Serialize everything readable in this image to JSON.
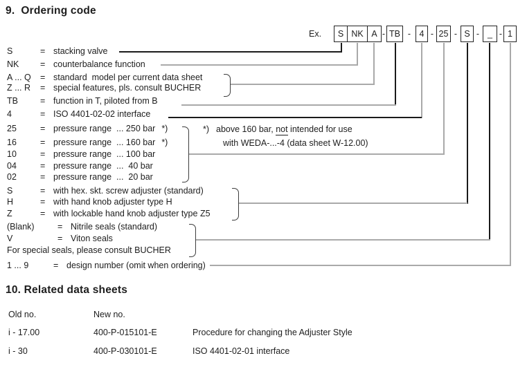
{
  "colors": {
    "background": "#ffffff",
    "text": "#1d1d1d",
    "line_dark": "#1a1a1a",
    "line_gray": "#a9a9a9",
    "brace": "#3c3c3c"
  },
  "section9": {
    "title": "9.  Ordering code"
  },
  "example": {
    "label": "Ex.",
    "dash": "-",
    "joined_boxes": [
      "S",
      "NK",
      "A"
    ],
    "boxes": [
      "TB",
      "4",
      "25",
      "S",
      "_",
      "1"
    ]
  },
  "ordering": {
    "rows": [
      {
        "code": "S",
        "eq": "=",
        "desc": "stacking valve"
      },
      {
        "code": "NK",
        "eq": "=",
        "desc": "counterbalance function"
      },
      {
        "code": "A ... Q",
        "eq": "=",
        "desc": "standard  model per current data sheet"
      },
      {
        "code": "Z ... R",
        "eq": "=",
        "desc": "special features, pls. consult BUCHER"
      },
      {
        "code": "TB",
        "eq": "=",
        "desc": "function in T, piloted from B"
      },
      {
        "code": "4",
        "eq": "=",
        "desc": "ISO 4401-02-02 interface"
      },
      {
        "code": "25",
        "eq": "=",
        "desc": "pressure range  ... 250 bar",
        "star": "*)"
      },
      {
        "code": "16",
        "eq": "=",
        "desc": "pressure range  ... 160 bar",
        "star": "*)"
      },
      {
        "code": "10",
        "eq": "=",
        "desc": "pressure range  ... 100 bar"
      },
      {
        "code": "04",
        "eq": "=",
        "desc": "pressure range  ...  40 bar"
      },
      {
        "code": "02",
        "eq": "=",
        "desc": "pressure range  ...  20 bar"
      },
      {
        "code": "S",
        "eq": "=",
        "desc": "with hex. skt. screw adjuster (standard)"
      },
      {
        "code": "H",
        "eq": "=",
        "desc": "with hand knob adjuster type H"
      },
      {
        "code": "Z",
        "eq": "=",
        "desc": "with lockable hand knob adjuster type Z5"
      },
      {
        "code": "(Blank)",
        "eq": "=",
        "desc": "Nitrile seals (standard)"
      },
      {
        "code": "V",
        "eq": "=",
        "desc": "Viton seals"
      },
      {
        "note": "For special seals, please consult BUCHER"
      },
      {
        "code": "1 ... 9",
        "eq": "=",
        "desc": "design number (omit when ordering)"
      }
    ],
    "footnote": {
      "marker": "*)",
      "line1_pre": "above 160 bar, ",
      "line1_underlined": "not",
      "line1_post": " intended for use",
      "line2": "with WEDA-...-4 (data sheet W-12.00)"
    }
  },
  "related": {
    "title": "10. Related data sheets",
    "columns": {
      "old": "Old no.",
      "new": "New no."
    },
    "rows": [
      {
        "old": "i - 17.00",
        "new": "400-P-015101-E",
        "desc": "Procedure for changing the Adjuster Style"
      },
      {
        "old": "i - 30",
        "new": "400-P-030101-E",
        "desc": "ISO 4401-02-01 interface"
      }
    ]
  }
}
